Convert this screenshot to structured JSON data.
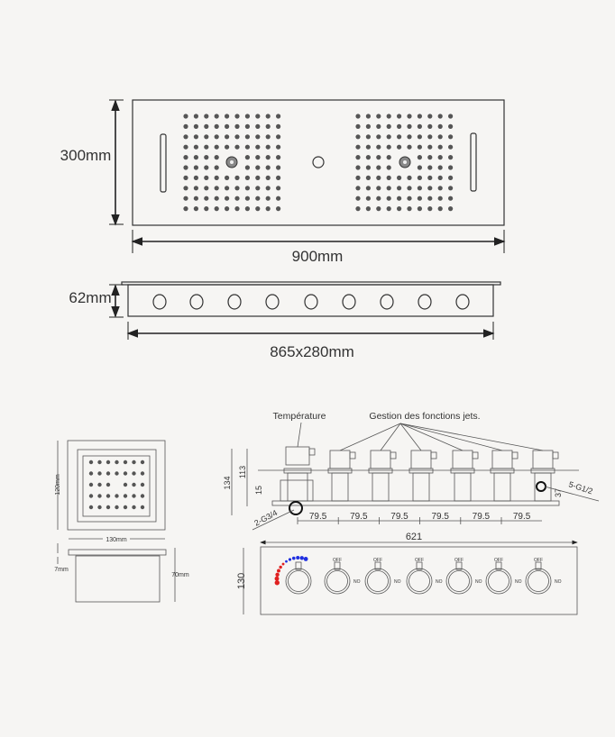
{
  "top_view": {
    "height_label": "300mm",
    "width_label": "900mm"
  },
  "side_view": {
    "height_label": "62mm",
    "size_label": "865x280mm"
  },
  "small_head": {
    "height_label": "120mm",
    "width_label": "130mm",
    "plate_label": "7mm",
    "depth_label": "70mm"
  },
  "valve_side": {
    "temperature_label": "Température",
    "functions_label": "Gestion des fonctions jets.",
    "dims": {
      "total_height": "134",
      "body_height": "113",
      "plate": "15",
      "outlet_height": "37",
      "spacing": [
        "79.5",
        "79.5",
        "79.5",
        "79.5",
        "79.5",
        "79.5"
      ],
      "total_width": "621"
    },
    "inlet_label": "2-G3/4",
    "outlet_label": "5-G1/2"
  },
  "valve_front": {
    "height_label": "130",
    "knob_off_label": "OFF",
    "knob_on_label": "NO",
    "hot_color": "#e02020",
    "cold_color": "#2030e0"
  }
}
